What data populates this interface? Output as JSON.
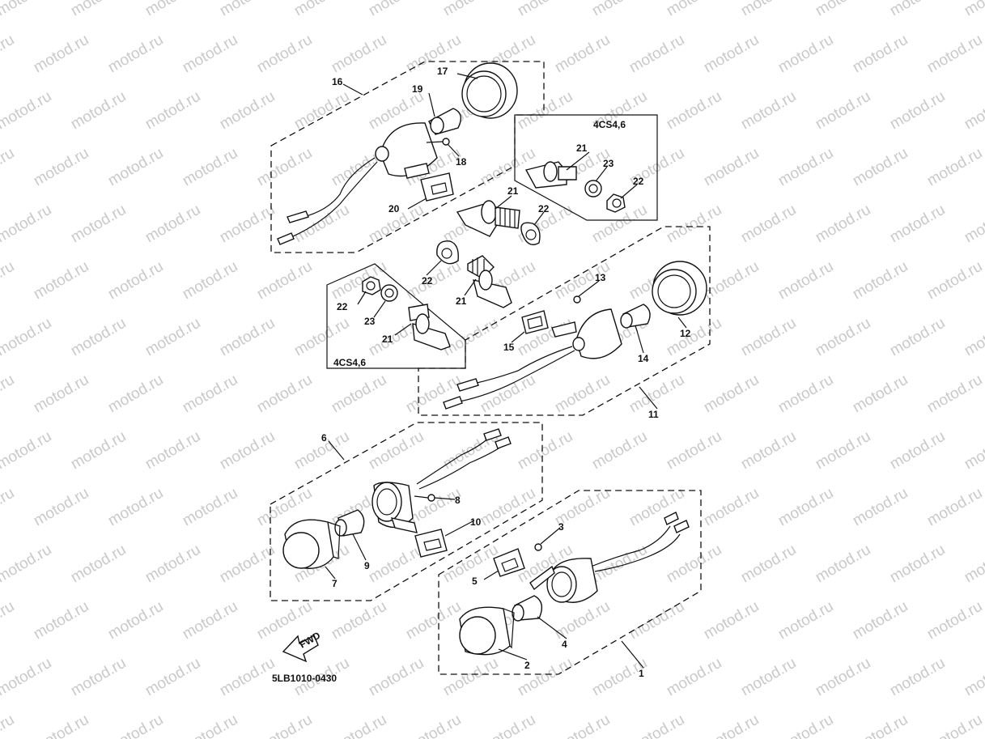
{
  "watermark": {
    "text": "motod.ru",
    "color": "#c9c9c9"
  },
  "diagram_code": "5LB1010-0430",
  "fwd_label": "FWD",
  "variant_label": "4CS4,6",
  "callouts": [
    {
      "id": "c1",
      "num": "1"
    },
    {
      "id": "c2",
      "num": "2"
    },
    {
      "id": "c3",
      "num": "3"
    },
    {
      "id": "c4",
      "num": "4"
    },
    {
      "id": "c5",
      "num": "5"
    },
    {
      "id": "c6",
      "num": "6"
    },
    {
      "id": "c7",
      "num": "7"
    },
    {
      "id": "c8",
      "num": "8"
    },
    {
      "id": "c9",
      "num": "9"
    },
    {
      "id": "c10",
      "num": "10"
    },
    {
      "id": "c11",
      "num": "11"
    },
    {
      "id": "c12",
      "num": "12"
    },
    {
      "id": "c13",
      "num": "13"
    },
    {
      "id": "c14",
      "num": "14"
    },
    {
      "id": "c15",
      "num": "15"
    },
    {
      "id": "c16",
      "num": "16"
    },
    {
      "id": "c17",
      "num": "17"
    },
    {
      "id": "c18",
      "num": "18"
    },
    {
      "id": "c19",
      "num": "19"
    },
    {
      "id": "c20",
      "num": "20"
    },
    {
      "id": "c21a",
      "num": "21"
    },
    {
      "id": "c21b",
      "num": "21"
    },
    {
      "id": "c21c",
      "num": "21"
    },
    {
      "id": "c21d",
      "num": "21"
    },
    {
      "id": "c22a",
      "num": "22"
    },
    {
      "id": "c22b",
      "num": "22"
    },
    {
      "id": "c22c",
      "num": "22"
    },
    {
      "id": "c22d",
      "num": "22"
    },
    {
      "id": "c23a",
      "num": "23"
    },
    {
      "id": "c23b",
      "num": "23"
    }
  ]
}
